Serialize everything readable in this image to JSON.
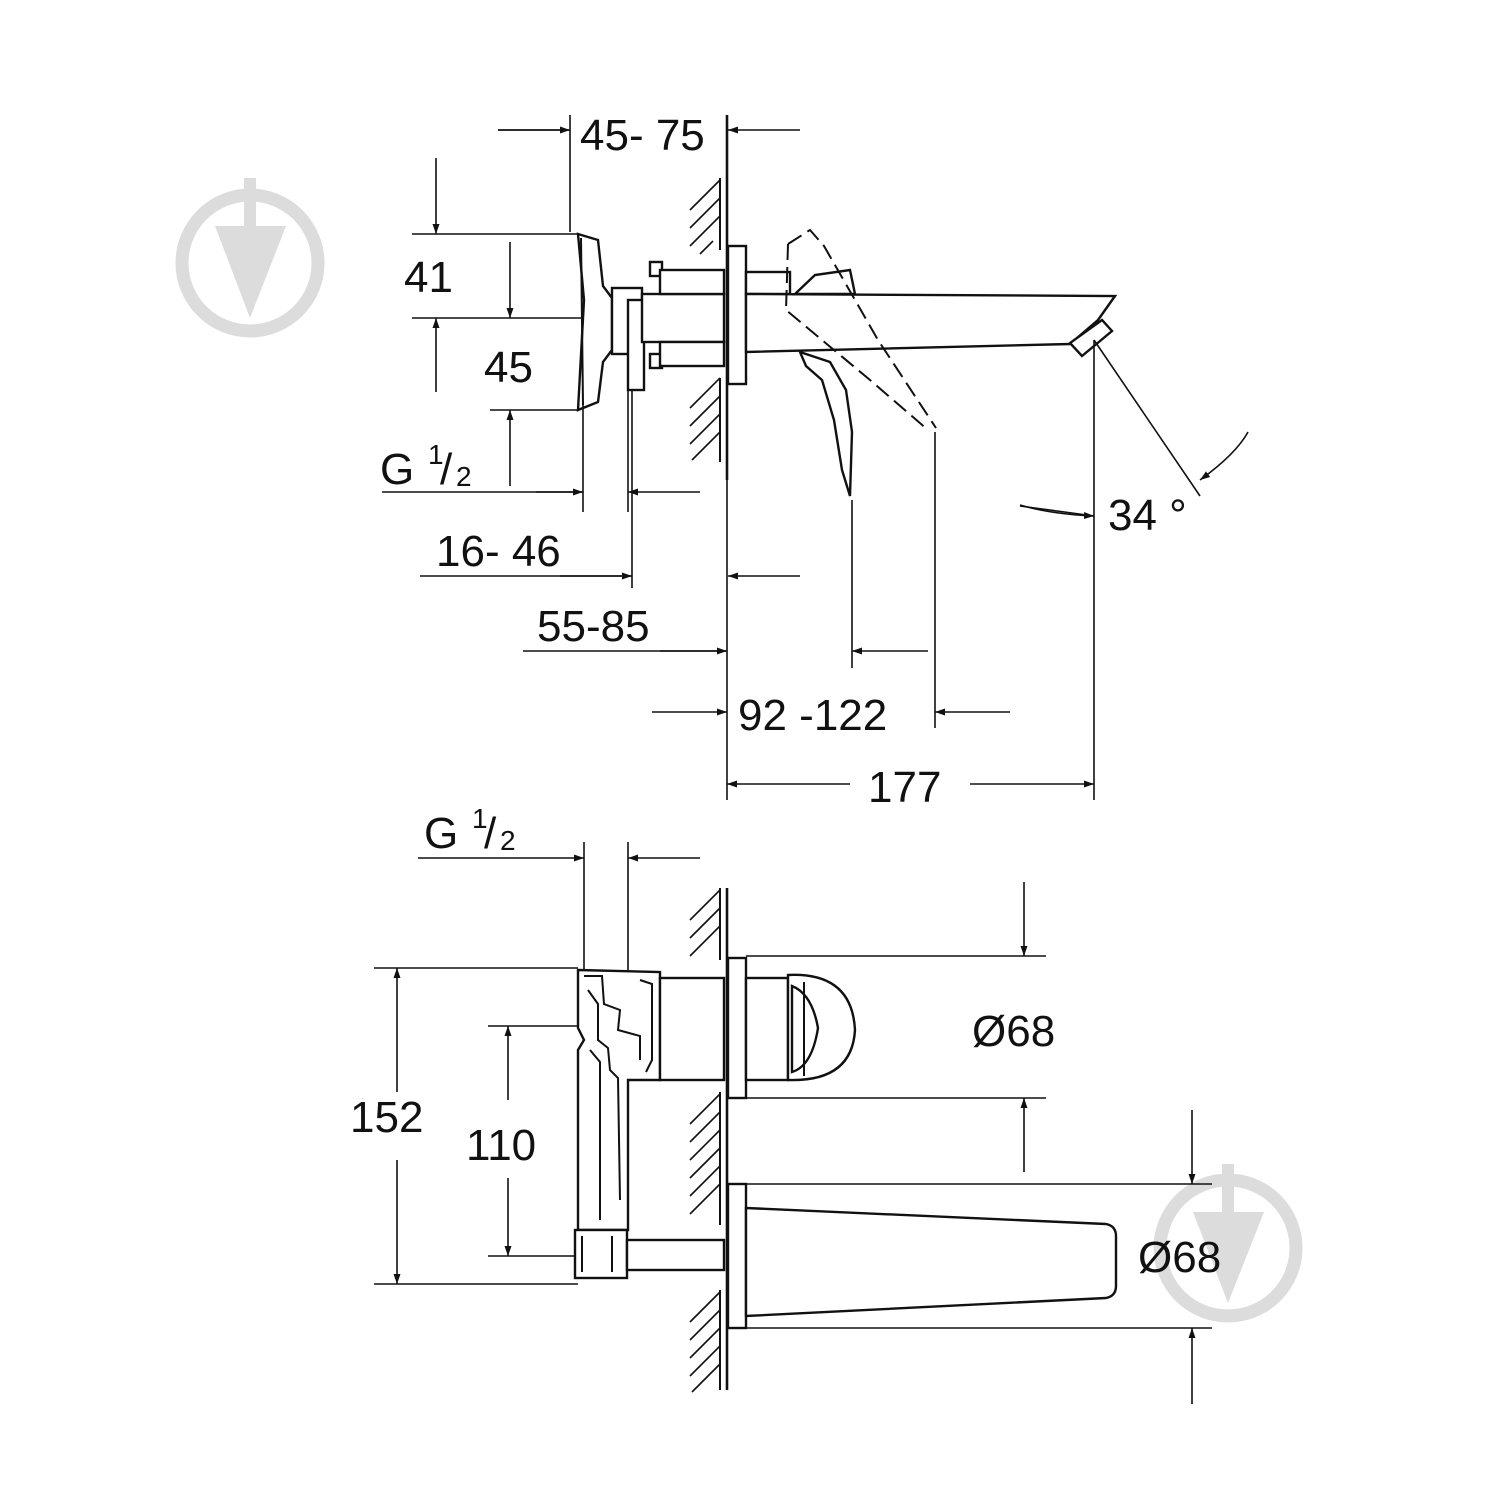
{
  "colors": {
    "line": "#111111",
    "background": "#ffffff",
    "watermark": "#dcdcdc"
  },
  "watermark": {
    "icon": "drop-shield-logo"
  },
  "side_view": {
    "dim_45_75": "45- 75",
    "dim_41": "41",
    "dim_45": "45",
    "thread_1": {
      "prefix": "G",
      "num": "1",
      "slash": "/",
      "den": "2"
    },
    "dim_16_46": "16- 46",
    "dim_55_85": "55-85",
    "dim_92_122": "92 -122",
    "dim_177": "177",
    "angle": "34 °"
  },
  "top_view": {
    "thread_2": {
      "prefix": "G",
      "num": "1",
      "slash": "/",
      "den": "2"
    },
    "dim_152": "152",
    "dim_110": "110",
    "diam_rosette": "Ø68",
    "diam_spout": "Ø68"
  }
}
